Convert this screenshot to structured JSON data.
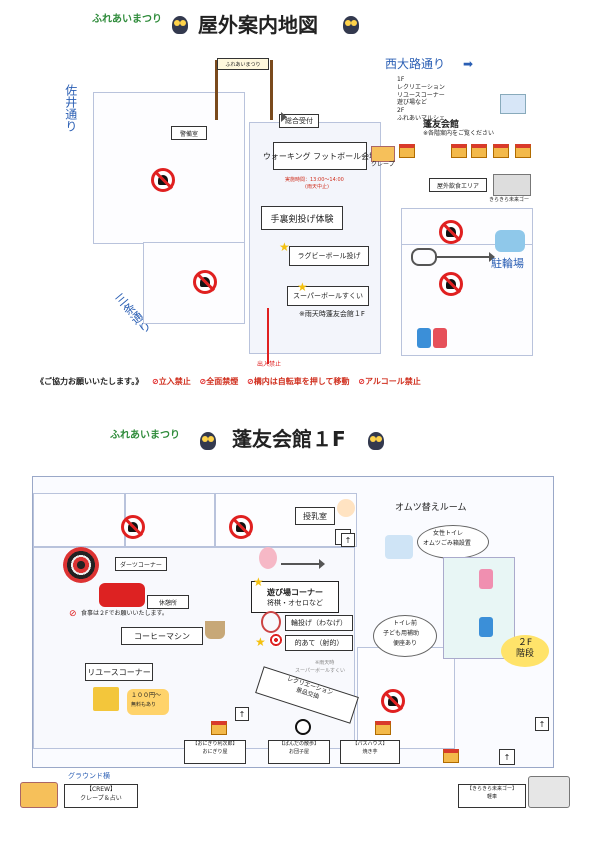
{
  "page1": {
    "event_name": "ふれあいまつり",
    "title": "屋外案内地図",
    "street_west": "西大路通り",
    "street_west_arrow": "➡",
    "street_sai": "佐井通り",
    "street_sanjo": "三条通り",
    "building_guide": {
      "lines": [
        "1F",
        "レクリエーション",
        "リユースコーナー",
        "遊び場など",
        "2F",
        "ふれあいマルシェ"
      ]
    },
    "hall_title": "蓬友会館",
    "hall_note": "※各階案内をご覧ください",
    "guard_room": "警備室",
    "gate_label": "ふれあいまつり",
    "reception": "総合受付",
    "walking_football": "ウォーキング フットボール会場",
    "walking_time_label": "実施時間：13:00〜14:00",
    "walking_time_note": "(雨天中止)",
    "shuriken": "手裏剣投げ体験",
    "rugby": "ラグビーボール投げ",
    "superball": "スーパーボールすくい",
    "rain_note": "※雨天時蓬友会館１F",
    "crepe": "クレープ",
    "outdoor_eating": "屋外飲食エリア",
    "kirakira_truck": "きらきら未来ゴー",
    "parking": "駐輪場",
    "exit": "出入禁止",
    "footer_request": "《ご協力お願いいたします。》",
    "rules": [
      {
        "icon": "no-entry-icon",
        "text": "立入禁止"
      },
      {
        "icon": "no-smoking-icon",
        "text": "全面禁煙"
      },
      {
        "icon": "no-bicycle-icon",
        "text": "構内は自転車を押して移動"
      },
      {
        "icon": "no-alcohol-icon",
        "text": "アルコール禁止"
      }
    ]
  },
  "page2": {
    "event_name": "ふれあいまつり",
    "title": "蓬友会館１F",
    "nursing_room": "授乳室",
    "diaper_room": "オムツ替えルーム",
    "diaper_note_1": "女性トイレ",
    "diaper_note_2": "オムツごみ箱設置",
    "darts": "ダーツコーナー",
    "rest_area": "休憩所",
    "food_note": "食事は２Fでお願いいたします。",
    "coffee": "コーヒーマシン",
    "reuse": "リユースコーナー",
    "reuse_price_1": "１００円〜",
    "reuse_price_2": "無料もあり",
    "play_corner": "遊び場コーナー",
    "play_detail": "将棋・オセロなど",
    "ring_toss": "輪投げ（わなげ）",
    "target": "的あて（射的）",
    "rain_note_1": "※雨天時",
    "rain_note_2": "スーパーボールすくい",
    "toilet_front_1": "トイレ前",
    "toilet_front_2": "子ども用補助",
    "toilet_front_3": "便座あり",
    "stairs_1": "２F",
    "stairs_2": "階段",
    "recreation_1": "レクリエーション",
    "recreation_2": "景品交換",
    "stalls": [
      {
        "name": "【おにぎり利次郎】",
        "item": "おにぎり屋"
      },
      {
        "name": "【ぱんだの散歩】",
        "item": "お団子屋"
      },
      {
        "name": "【パスハウス】",
        "item": "焼き芋"
      }
    ],
    "ground_label": "グラウンド横",
    "crew_name": "【CREW】",
    "crew_item": "クレープ＆占い",
    "kirakira_name": "【きらきら未来ゴー】",
    "kirakira_item": "軽車"
  },
  "colors": {
    "no_entry_red": "#e02020",
    "accent_blue": "#2b5fb4",
    "stairs_yellow": "#ffe36a",
    "female_pink": "#f08fb0",
    "male_blue": "#3b8fd8"
  }
}
